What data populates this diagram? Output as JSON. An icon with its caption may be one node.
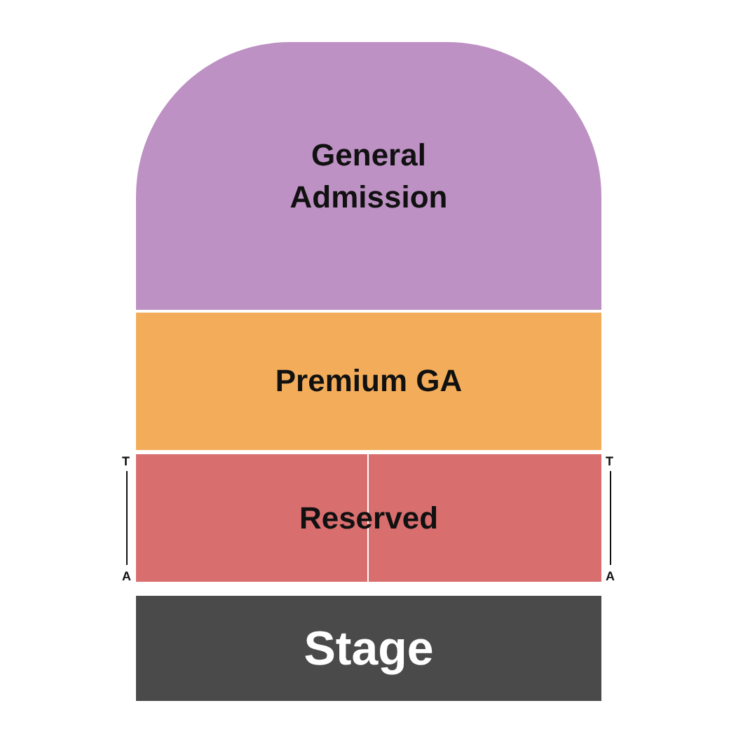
{
  "diagram": {
    "nodes": [
      {
        "text": [
          "General Admission"
        ]
      },
      {
        "text": [
          "Premium GA"
        ]
      },
      {
        "text": [
          "Reserved"
        ]
      },
      {
        "text": [
          "Stage"
        ]
      }
    ],
    "labels": [
      "T",
      "T",
      "A",
      "A"
    ]
  }
}
